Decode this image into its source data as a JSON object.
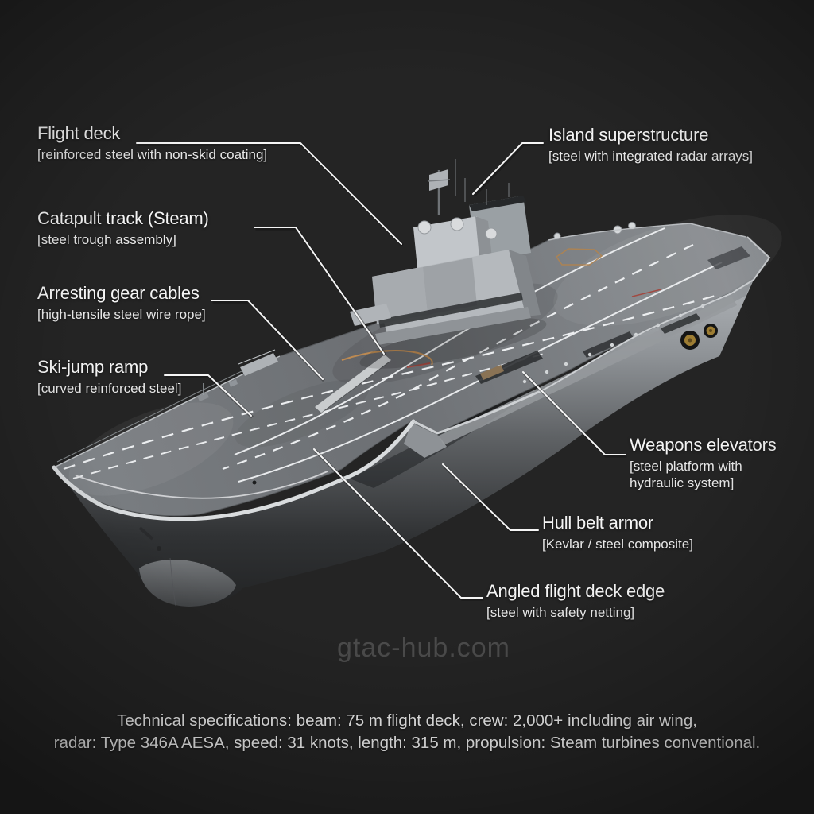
{
  "meta": {
    "background_color": "#242424",
    "leader_line_color": "#f5f5f5",
    "label_text_color": "#f4f4f4",
    "watermark_color": "#4b4b4b"
  },
  "callouts": {
    "flight_deck": {
      "title": "Flight deck",
      "subtitle": "[reinforced steel with non-skid coating]"
    },
    "catapult_track": {
      "title": "Catapult track (Steam)",
      "subtitle": "[steel trough assembly]"
    },
    "arresting_gear": {
      "title": "Arresting gear cables",
      "subtitle": "[high-tensile steel wire rope]"
    },
    "ski_jump": {
      "title": "Ski-jump ramp",
      "subtitle": "[curved reinforced steel]"
    },
    "island": {
      "title": "Island superstructure",
      "subtitle": "[steel with integrated radar arrays]"
    },
    "weapons_elevators": {
      "title": "Weapons elevators",
      "subtitle": "[steel platform with hydraulic system]"
    },
    "hull_belt_armor": {
      "title": "Hull belt armor",
      "subtitle": "[Kevlar / steel composite]"
    },
    "angled_deck_edge": {
      "title": "Angled flight deck edge",
      "subtitle": "[steel with safety netting]"
    }
  },
  "watermark": "gtac-hub.com",
  "specs": {
    "line1": "Technical specifications: beam: 75 m flight deck, crew: 2,000+ including air wing,",
    "line2": "radar: Type 346A AESA, speed: 31 knots, length: 315 m, propulsion: Steam turbines conventional."
  },
  "illustration": {
    "subject": "aircraft carrier 3D render, ski-jump bow at lower left, island superstructure amidships, stern upper right",
    "colors": {
      "deck_gray": "#6e7175",
      "deck_stern_gray": "#8b8f93",
      "hull_light": "#9fa3a7",
      "hull_dark": "#1f2021",
      "island_gray": "#b5b9bd",
      "bulwark_white": "#d9dcde",
      "marking_white": "#e9ebed",
      "marking_orange": "#bd8a52",
      "marking_red": "#a14a42",
      "propeller_gold": "#9d7d33"
    }
  }
}
